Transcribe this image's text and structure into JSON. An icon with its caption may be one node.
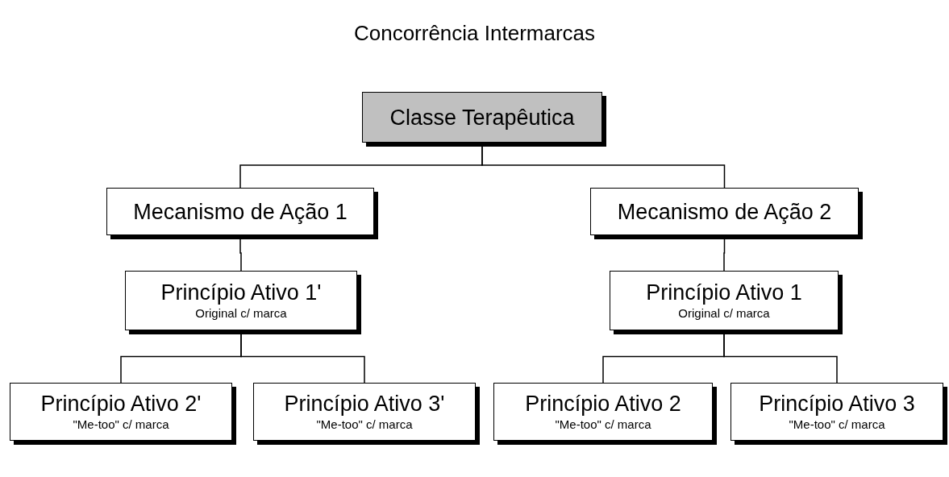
{
  "diagram": {
    "title": "Concorrência Intermarcas",
    "nodes": [
      {
        "text": [
          "Classe Terapêutica"
        ]
      },
      {
        "text": [
          "Mecanismo de Ação 1"
        ]
      },
      {
        "text": [
          "Mecanismo de Ação 2"
        ]
      },
      {
        "text": [
          "Princípio Ativo 1'",
          "Original c/ marca"
        ]
      },
      {
        "text": [
          "Princípio Ativo 1",
          "Original c/ marca"
        ]
      },
      {
        "text": [
          "Princípio Ativo 2'",
          "\"Me-too\" c/ marca"
        ]
      },
      {
        "text": [
          "Princípio Ativo 3'",
          "\"Me-too\" c/ marca"
        ]
      },
      {
        "text": [
          "Princípio Ativo 2",
          "\"Me-too\" c/ marca"
        ]
      },
      {
        "text": [
          "Princípio Ativo 3",
          "\"Me-too\" c/ marca"
        ]
      }
    ],
    "edges": [
      {
        "from": 0,
        "to": 1,
        "arrow": "none"
      },
      {
        "from": 0,
        "to": 2,
        "arrow": "none"
      },
      {
        "from": 1,
        "to": 3,
        "arrow": "none"
      },
      {
        "from": 2,
        "to": 4,
        "arrow": "none"
      },
      {
        "from": 3,
        "to": 5,
        "arrow": "none"
      },
      {
        "from": 3,
        "to": 6,
        "arrow": "none"
      },
      {
        "from": 4,
        "to": 7,
        "arrow": "none"
      },
      {
        "from": 4,
        "to": 8,
        "arrow": "none"
      }
    ]
  }
}
